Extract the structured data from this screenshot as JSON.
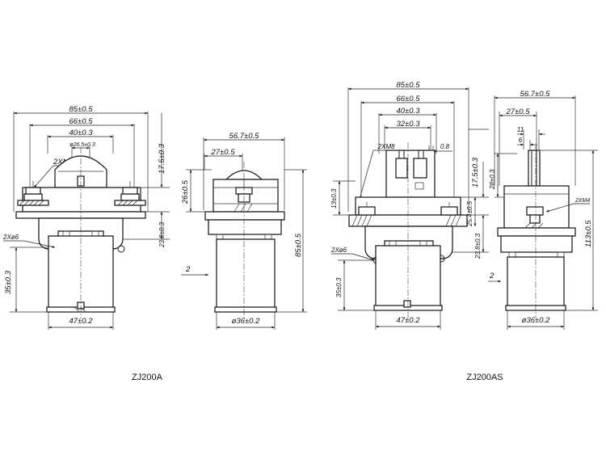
{
  "models": {
    "left": "ZJ200A",
    "right": "ZJ200AS"
  },
  "zj200a_front": {
    "width_85": "85±0.5",
    "width_66": "66±0.5",
    "width_40": "40±0.3",
    "dia_26": "ø26.5±0.3",
    "terminal": "2XM8",
    "height_17": "17.5±0.3",
    "height_23": "23.8±0.3",
    "holes": "2Xø6",
    "height_35": "35±0.3",
    "base_47": "47±0.2"
  },
  "zj200a_side": {
    "width_56": "56.7±0.5",
    "width_27": "27±0.5",
    "height_26": "26±0.5",
    "height_85": "85±0.5",
    "gap_2": "2",
    "dia_36": "ø36±0.2"
  },
  "zj200as_front": {
    "width_85": "85±0.5",
    "width_66": "66±0.5",
    "width_40": "40±0.3",
    "width_32": "32±0.3",
    "terminal": "2XM8",
    "pin_08": "0.8",
    "height_13": "13±0.3",
    "height_17": "17.5±0.3",
    "height_25": "25.4±0.5",
    "height_23": "23.8±0.3",
    "holes": "2Xø6",
    "height_35": "35±0.3",
    "base_47": "47±0.2"
  },
  "zj200as_side": {
    "width_56": "56.7±0.5",
    "width_27": "27±0.5",
    "width_11": "11",
    "width_6": "6",
    "height_28": "28±0.3",
    "terminal_m4": "2XM4",
    "height_113": "113±0.5",
    "gap_2": "2",
    "dia_36": "ø36±0.2"
  }
}
